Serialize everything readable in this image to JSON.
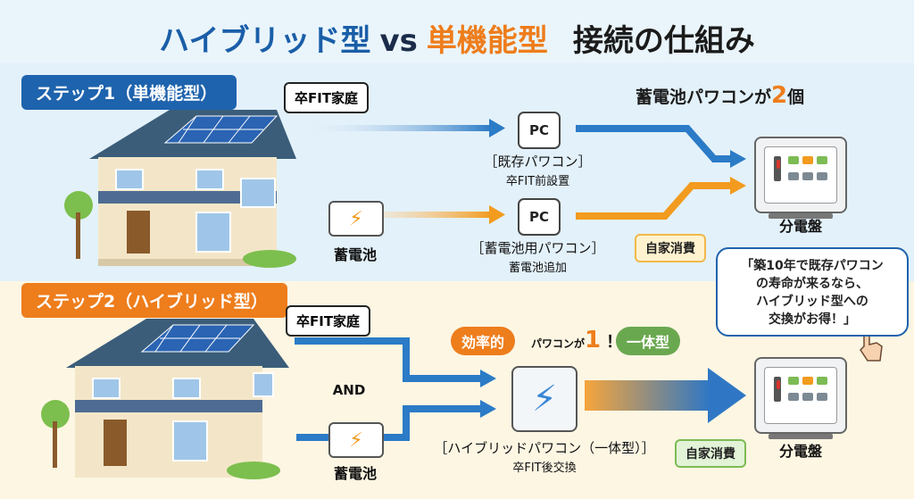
{
  "title": {
    "part1": "ハイブリッド型",
    "vs": "vs",
    "part2": "単機能型",
    "part3": "接続の仕組み"
  },
  "step1": {
    "label": "ステップ1（単機能型）",
    "bubble": "卒FIT家庭",
    "battery_label": "蓄電池",
    "pc_text": "PC",
    "pc1_label": "［既存パワコン］",
    "pc1_sub": "卒FIT前設置",
    "pc2_label": "［蓄電池用パワコン］",
    "pc2_sub": "蓄電池追加",
    "self_use": "自家消費",
    "board_label": "分電盤",
    "count_text": "蓄電池パワコンが",
    "count_num": "2",
    "count_unit": "個"
  },
  "step2": {
    "label": "ステップ2（ハイブリッド型）",
    "bubble": "卒FIT家庭",
    "and_text": "AND",
    "battery_label": "蓄電池",
    "efficient": "効率的",
    "pc_count_text": "パワコンが",
    "pc_count_num": "1",
    "pc_count_mark": "！",
    "integrated": "一体型",
    "hybrid_label": "［ハイブリッドパワコン（一体型）］",
    "hybrid_sub": "卒FIT後交換",
    "self_use": "自家消費",
    "board_label": "分電盤"
  },
  "advice": {
    "lines": [
      "「築10年で既存パワコン",
      "の寿命が来るなら、",
      "ハイブリッド型への",
      "交換がお得！」"
    ]
  },
  "colors": {
    "blue": "#1e63ad",
    "orange": "#ee7d1c",
    "green": "#7dbb54",
    "yellow": "#f0b84a"
  },
  "icons": [
    "house-icon",
    "solar-panel-icon",
    "battery-icon",
    "lightning-icon",
    "power-conditioner-icon",
    "distribution-board-icon",
    "hand-pointer-icon",
    "tree-icon"
  ]
}
